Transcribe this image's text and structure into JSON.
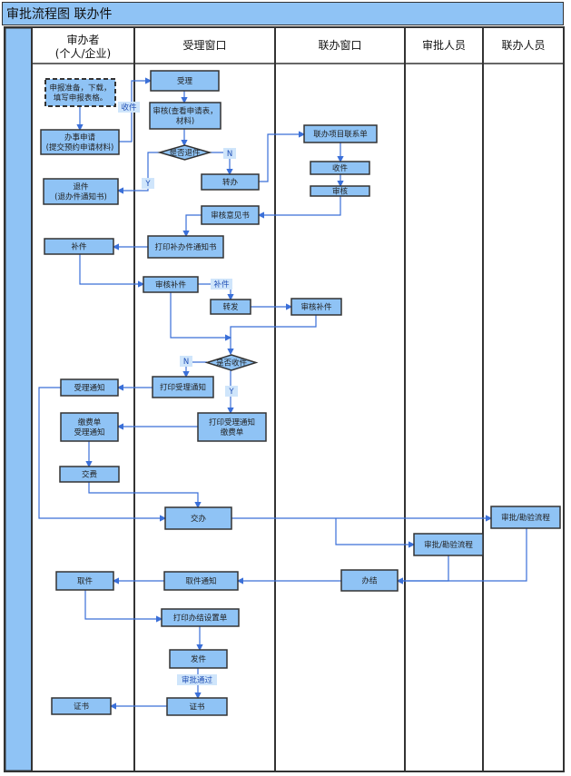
{
  "title": "审批流程图  联办件",
  "lanes": [
    {
      "label_1": "审办者",
      "label_2": "(个人/企业)"
    },
    {
      "label_1": "受理窗口"
    },
    {
      "label_1": "联办窗口"
    },
    {
      "label_1": "审批人员"
    },
    {
      "label_1": "联办人员"
    }
  ],
  "nodes": {
    "n1": [
      "申报准备，下载，",
      "填写申报表格。"
    ],
    "n2": [
      "办事申请",
      "(提交预约申请材料)"
    ],
    "n3": [
      "受理"
    ],
    "n4": [
      "审核(查看申请表，",
      "材料)"
    ],
    "d1": [
      "是否退件"
    ],
    "n5": [
      "转办"
    ],
    "n6": [
      "退件",
      "(退办件通知书)"
    ],
    "n7": [
      "联办项目联系单"
    ],
    "n8": [
      "收件"
    ],
    "n9": [
      "审核"
    ],
    "n10": [
      "审核意见书"
    ],
    "n11": [
      "打印补办件通知书"
    ],
    "n12": [
      "补件"
    ],
    "n13": [
      "审核补件"
    ],
    "n14": [
      "转发"
    ],
    "n15": [
      "审核补件"
    ],
    "d2": [
      "是否收件"
    ],
    "n16": [
      "打印受理通知"
    ],
    "n17": [
      "受理通知"
    ],
    "n18": [
      "打印受理通知",
      "缴费单"
    ],
    "n19": [
      "缴费单",
      "受理通知"
    ],
    "n20": [
      "交费"
    ],
    "n21": [
      "交办"
    ],
    "n22": [
      "审批/勘验流程"
    ],
    "n23": [
      "审批/勘验流程"
    ],
    "n24": [
      "办结"
    ],
    "n25": [
      "取件通知"
    ],
    "n26": [
      "取件"
    ],
    "n27": [
      "打印办结设置单"
    ],
    "n28": [
      "发件"
    ],
    "n29": [
      "证书"
    ],
    "n30": [
      "证书"
    ]
  },
  "edge_labels": {
    "e1": "收件",
    "e2": "N",
    "e3": "Y",
    "e4": "补件",
    "e5": "N",
    "e6": "Y",
    "e7": "审批通过"
  },
  "colors": {
    "box": "#8fc3f5",
    "line": "#3a6fd8",
    "border": "#333333",
    "side": "#8fc3f5"
  }
}
